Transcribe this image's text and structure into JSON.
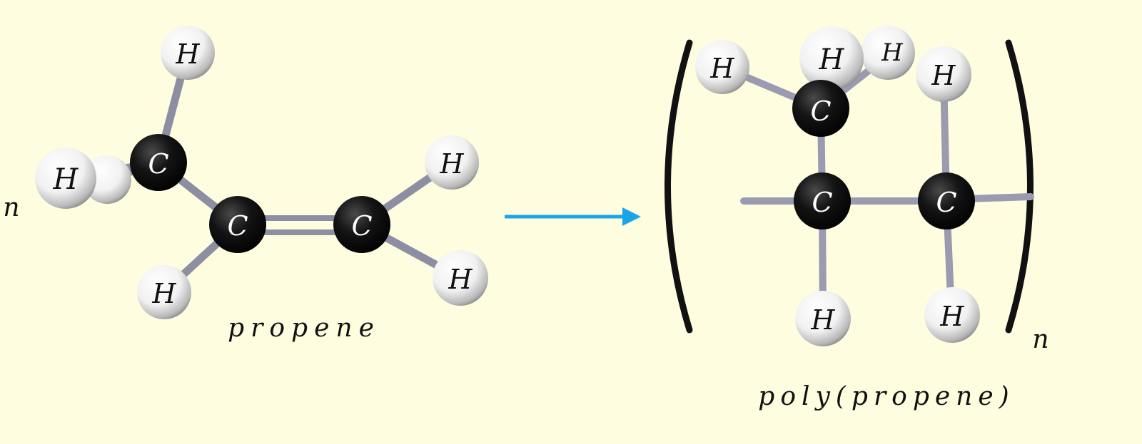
{
  "reactant": {
    "coefficient": "n",
    "name": "propene",
    "atoms": [
      {
        "element": "H",
        "label": "H"
      },
      {
        "element": "H",
        "label": "H"
      },
      {
        "element": "H",
        "label": "H"
      },
      {
        "element": "C",
        "label": "C"
      },
      {
        "element": "C",
        "label": "C"
      },
      {
        "element": "C",
        "label": "C"
      },
      {
        "element": "H",
        "label": "H"
      },
      {
        "element": "H",
        "label": "H"
      },
      {
        "element": "H",
        "label": "H"
      }
    ]
  },
  "arrow": {
    "color": "#1aa6e6"
  },
  "product": {
    "name": "poly(propene)",
    "repeat_subscript": "n",
    "atoms": [
      {
        "element": "H",
        "label": "H"
      },
      {
        "element": "H",
        "label": "H"
      },
      {
        "element": "H",
        "label": "H"
      },
      {
        "element": "C",
        "label": "C"
      },
      {
        "element": "H",
        "label": "H"
      },
      {
        "element": "C",
        "label": "C"
      },
      {
        "element": "C",
        "label": "C"
      },
      {
        "element": "H",
        "label": "H"
      },
      {
        "element": "H",
        "label": "H"
      }
    ]
  },
  "colors": {
    "background": "#fefde0",
    "carbon": "#111111",
    "hydrogen": "#f4f4f4",
    "bond": "#8f8fa3",
    "bracket": "#111111"
  }
}
